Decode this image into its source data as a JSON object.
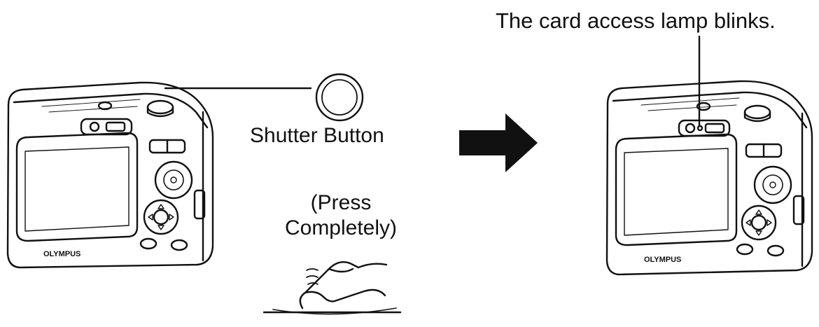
{
  "diagram": {
    "lamp_caption": "The card access lamp blinks.",
    "shutter_caption": "Shutter Button",
    "press_caption_line1": "(Press",
    "press_caption_line2": "Completely)",
    "camera_brand": "OLYMPUS"
  },
  "colors": {
    "ink": "#111111",
    "paper": "#ffffff",
    "screen_fill": "#ffffff"
  }
}
